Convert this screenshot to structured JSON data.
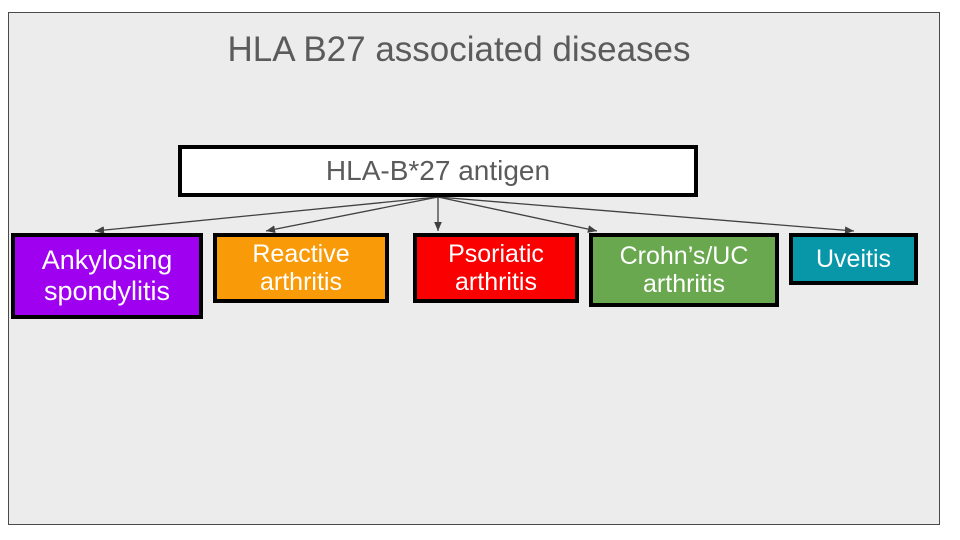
{
  "slide": {
    "title": "HLA B27 associated diseases",
    "background_color": "#ececec",
    "border_color": "#4a4a4a",
    "title_color": "#5b5b5b"
  },
  "diagram": {
    "type": "hierarchy",
    "root": {
      "label": "HLA-B*27 antigen",
      "fill_color": "#ffffff",
      "border_color": "#000000",
      "text_color": "#5b5b5b"
    },
    "children": [
      {
        "id": "ankylosing",
        "label": "Ankylosing spondylitis",
        "line1": "Ankylosing",
        "line2": "spondylitis",
        "fill_color": "#9f00f0",
        "text_color": "#ffffff"
      },
      {
        "id": "reactive",
        "label": "Reactive arthritis",
        "line1": "Reactive",
        "line2": "arthritis",
        "fill_color": "#f99b09",
        "text_color": "#ffffff"
      },
      {
        "id": "psoriatic",
        "label": "Psoriatic arthritis",
        "line1": "Psoriatic",
        "line2": "arthritis",
        "fill_color": "#fa0000",
        "text_color": "#ffffff"
      },
      {
        "id": "crohns",
        "label": "Crohn’s/UC arthritis",
        "line1": "Crohn’s/UC",
        "line2": "arthritis",
        "fill_color": "#69a84f",
        "text_color": "#ffffff"
      },
      {
        "id": "uveitis",
        "label": "Uveitis",
        "line1": "Uveitis",
        "line2": "",
        "fill_color": "#0797a9",
        "text_color": "#ffffff"
      }
    ],
    "connector_color": "#404040"
  }
}
